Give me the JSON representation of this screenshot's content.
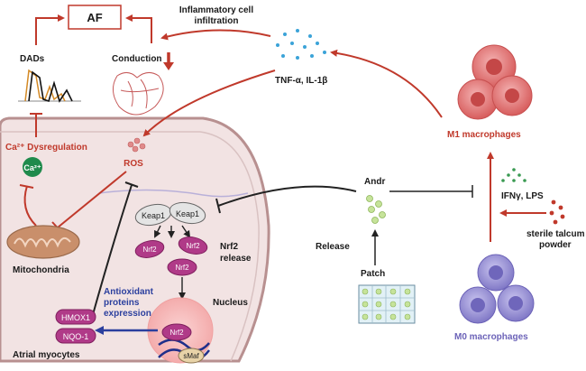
{
  "labels": {
    "af": "AF",
    "inflammatory_line1": "Inflammatory cell",
    "inflammatory_line2": "infiltration",
    "dads": "DADs",
    "conduction": "Conduction",
    "tnf": "TNF-α, IL-1β",
    "m1": "M1 macrophages",
    "m0": "M0 macrophages",
    "ca_dysregulation": "Ca²⁺ Dysregulation",
    "ca_ion": "Ca²⁺",
    "ros": "ROS",
    "mitochondria": "Mitochondria",
    "keap1_a": "Keap1",
    "keap1_b": "Keap1",
    "nrf2_a": "Nrf2",
    "nrf2_b": "Nrf2",
    "nrf2_c": "Nrf2",
    "nrf2_release_line1": "Nrf2",
    "nrf2_release_line2": "release",
    "nucleus": "Nucleus",
    "nrf2_nucleus": "Nrf2",
    "smaf": "sMaf",
    "antiox_line1": "Antioxidant",
    "antiox_line2": "proteins",
    "antiox_line3": "expression",
    "hmox1": "HMOX1",
    "nqo1": "NQO-1",
    "atrial_myocytes": "Atrial myocytes",
    "andr": "Andr",
    "release": "Release",
    "patch": "Patch",
    "ifn_lps": "IFNγ, LPS",
    "talc_line1": "sterile talcum",
    "talc_line2": "powder"
  },
  "colors": {
    "activation_arrow": "#c0392b",
    "inhibition_line": "#222222",
    "m1_cell": "#e06b6b",
    "m0_cell": "#8f88cf",
    "nrf2": "#b03a88",
    "antioxidant_text": "#2b3f9e",
    "cytoplasm": "#f2e3e3",
    "ca_green": "#1f8a4c"
  }
}
